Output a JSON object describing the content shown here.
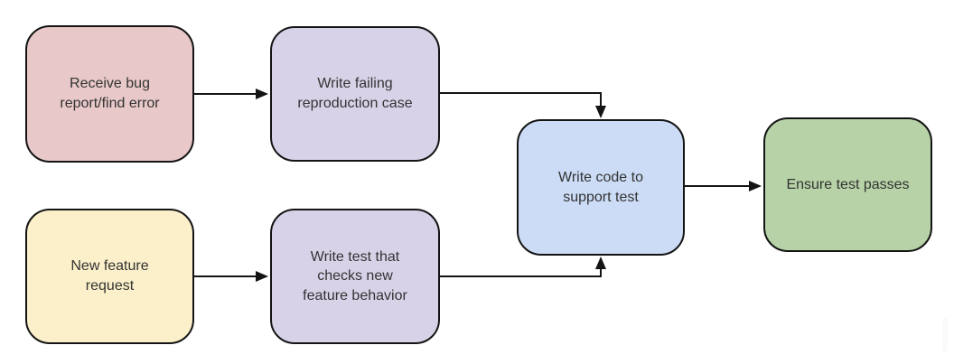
{
  "colors": {
    "background": "#ffffff",
    "node_border": "#141414",
    "arrow": "#141414",
    "text": "#333333"
  },
  "diagram": {
    "nodes": [
      {
        "id": "receive-bug-report",
        "label": "Receive bug\nreport/find error",
        "fill": "#e8c8c8"
      },
      {
        "id": "write-failing-reproduction-case",
        "label": "Write failing\nreproduction case",
        "fill": "#d8d2e8"
      },
      {
        "id": "new-feature-request",
        "label": "New feature\nrequest",
        "fill": "#fbf0ca"
      },
      {
        "id": "write-test-checks-new-feature",
        "label": "Write test that\nchecks new\nfeature behavior",
        "fill": "#d8d2e8"
      },
      {
        "id": "write-code-to-support-test",
        "label": "Write code to\nsupport test",
        "fill": "#ccdcf6"
      },
      {
        "id": "ensure-test-passes",
        "label": "Ensure test passes",
        "fill": "#b6d2a6"
      }
    ],
    "edges": [
      {
        "from": "receive-bug-report",
        "to": "write-failing-reproduction-case"
      },
      {
        "from": "write-failing-reproduction-case",
        "to": "write-code-to-support-test"
      },
      {
        "from": "new-feature-request",
        "to": "write-test-checks-new-feature"
      },
      {
        "from": "write-test-checks-new-feature",
        "to": "write-code-to-support-test"
      },
      {
        "from": "write-code-to-support-test",
        "to": "ensure-test-passes"
      }
    ]
  }
}
